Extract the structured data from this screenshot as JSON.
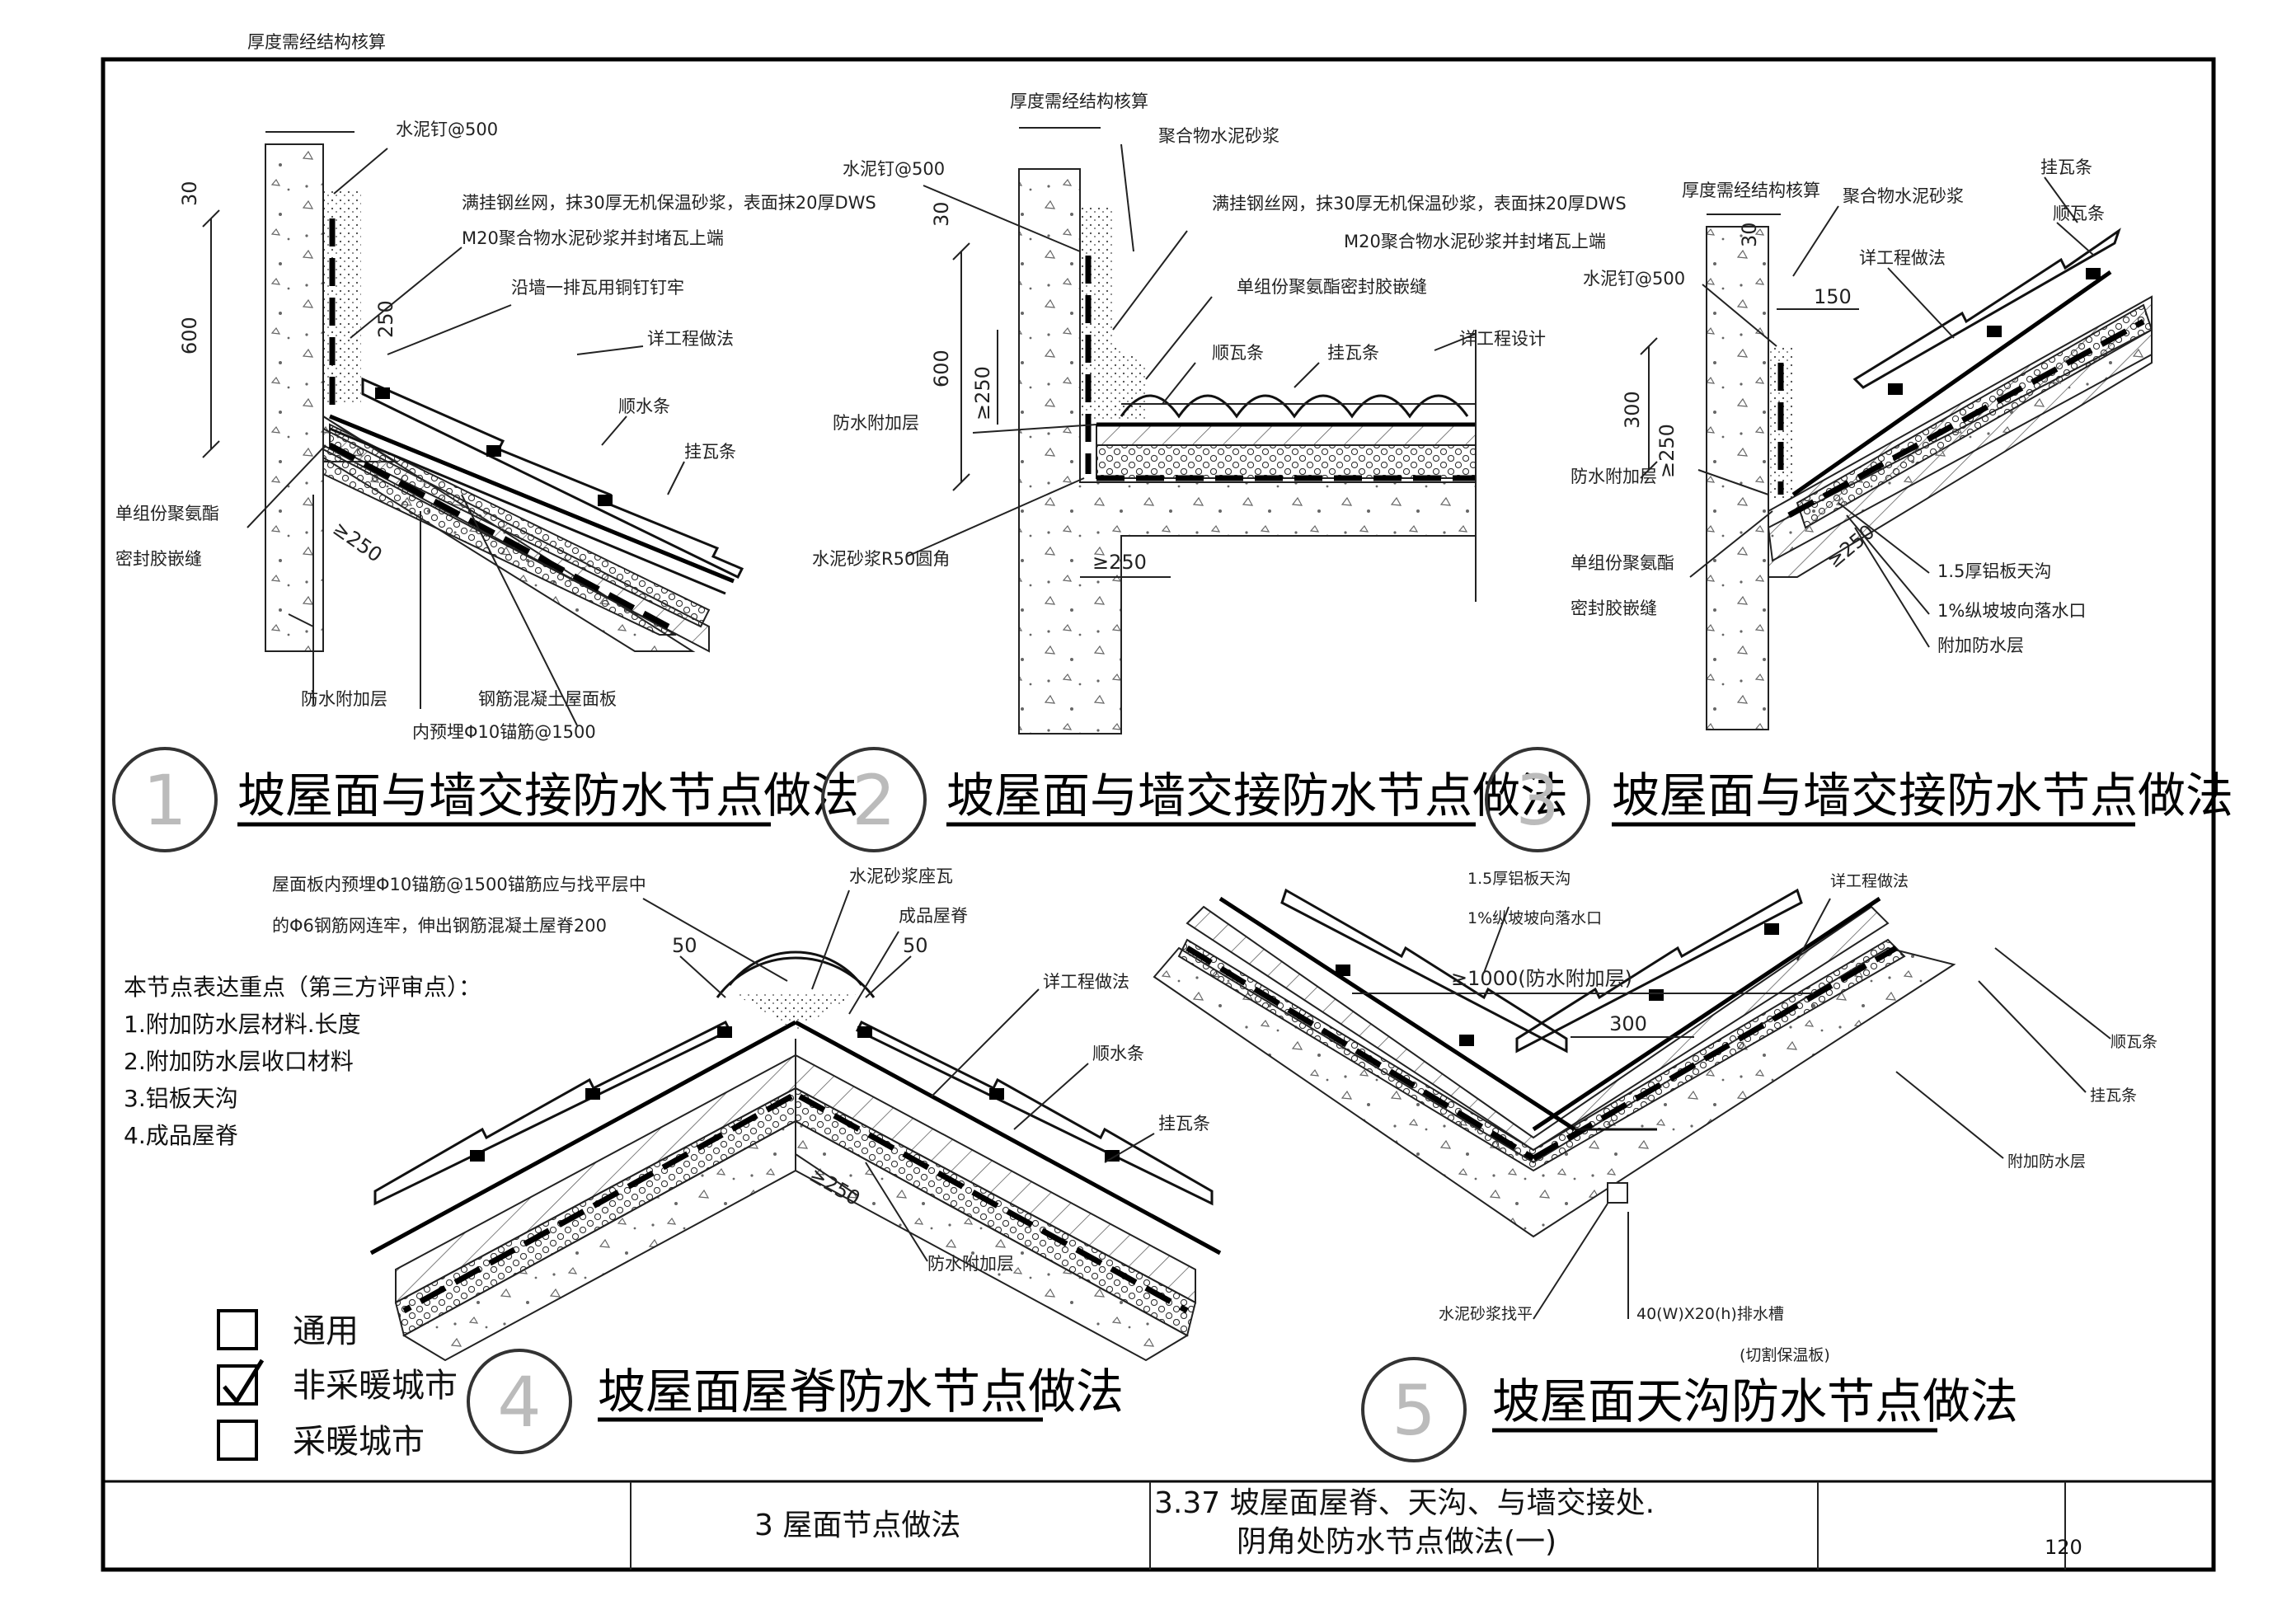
{
  "details": [
    {
      "number": "1",
      "title": "坡屋面与墙交接防水节点做法",
      "labels": [
        "厚度需经结构核算",
        "水泥钉@500",
        "满挂钢丝网，抹30厚无机保温砂浆，表面抹20厚DWS",
        "M20聚合物水泥砂浆并封堵瓦上端",
        "沿墙一排瓦用铜钉钉牢",
        "详工程做法",
        "顺水条",
        "挂瓦条",
        "单组份聚氨酯",
        "密封胶嵌缝",
        "防水附加层",
        "钢筋混凝土屋面板",
        "内预埋Φ10锚筋@1500"
      ],
      "dims": [
        "30",
        "600",
        "250",
        "≥250"
      ]
    },
    {
      "number": "2",
      "title": "坡屋面与墙交接防水节点做法",
      "labels": [
        "厚度需经结构核算",
        "聚合物水泥砂浆",
        "水泥钉@500",
        "满挂钢丝网，抹30厚无机保温砂浆，表面抹20厚DWS",
        "M20聚合物水泥砂浆并封堵瓦上端",
        "单组份聚氨酯密封胶嵌缝",
        "详工程设计",
        "顺瓦条",
        "挂瓦条",
        "防水附加层",
        "水泥砂浆R50圆角"
      ],
      "dims": [
        "30",
        "600",
        "≥250",
        "≥250"
      ]
    },
    {
      "number": "3",
      "title": "坡屋面与墙交接防水节点做法",
      "labels": [
        "厚度需经结构核算",
        "聚合物水泥砂浆",
        "挂瓦条",
        "顺瓦条",
        "详工程做法",
        "水泥钉@500",
        "防水附加层",
        "单组份聚氨酯",
        "密封胶嵌缝",
        "1.5厚铝板天沟",
        "1%纵坡坡向落水口",
        "附加防水层"
      ],
      "dims": [
        "30",
        "150",
        "300",
        "≥250",
        "≥250"
      ]
    },
    {
      "number": "4",
      "title": "坡屋面屋脊防水节点做法",
      "labels": [
        "屋面板内预埋Φ10锚筋@1500锚筋应与找平层中",
        "的Φ6钢筋网连牢，伸出钢筋混凝土屋脊200",
        "水泥砂浆座瓦",
        "成品屋脊",
        "详工程做法",
        "顺水条",
        "挂瓦条",
        "防水附加层"
      ],
      "dims": [
        "50",
        "50",
        "≥250"
      ]
    },
    {
      "number": "5",
      "title": "坡屋面天沟防水节点做法",
      "labels": [
        "1.5厚铝板天沟",
        "1%纵坡坡向落水口",
        "详工程做法",
        "≥1000(防水附加层)",
        "300",
        "顺瓦条",
        "挂瓦条",
        "附加防水层",
        "水泥砂浆找平",
        "40(W)X20(h)排水槽",
        "(切割保温板)"
      ],
      "dims": []
    }
  ],
  "notes": {
    "heading": "本节点表达重点（第三方评审点）：",
    "items": [
      "1.附加防水层材料.长度",
      "2.附加防水层收口材料",
      "3.铝板天沟",
      "4.成品屋脊"
    ]
  },
  "legend": [
    {
      "label": "通用",
      "checked": false
    },
    {
      "label": "非采暖城市",
      "checked": true
    },
    {
      "label": "采暖城市",
      "checked": false
    }
  ],
  "title_block": {
    "section": "3  屋面节点做法",
    "drawing_title_line1": "3.37  坡屋面屋脊、天沟、与墙交接处.",
    "drawing_title_line2": "阴角处防水节点做法(一)",
    "page": "120"
  }
}
